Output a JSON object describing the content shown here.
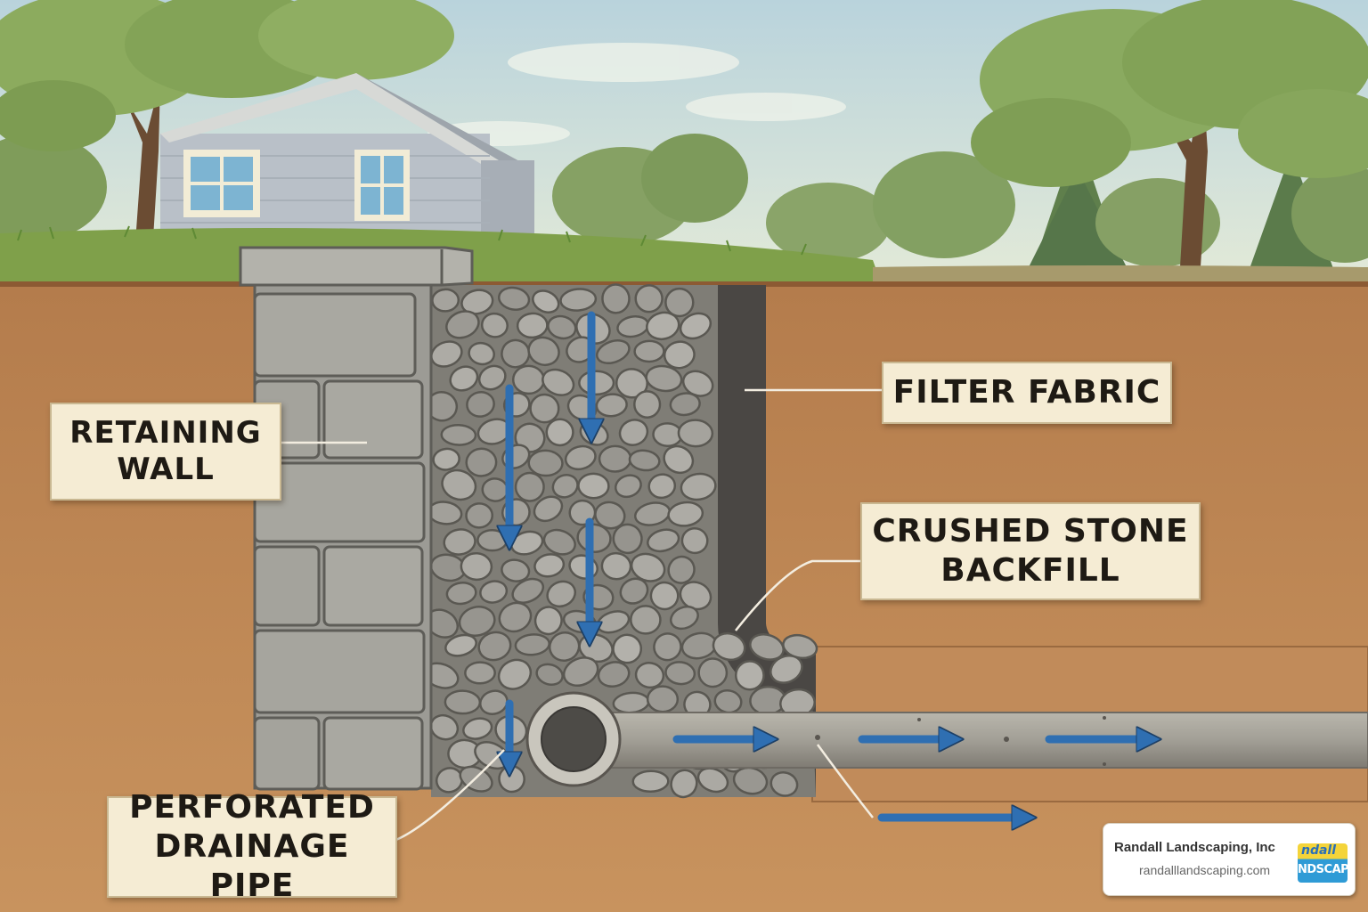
{
  "labels": {
    "retaining_wall": [
      "RETAINING",
      "WALL"
    ],
    "filter_fabric": [
      "FILTER FABRIC"
    ],
    "crushed_stone_backfill": [
      "CRUSHED STONE",
      "BACKFILL"
    ],
    "perforated_drainage_pipe": [
      "PERFORATED",
      "DRAINAGE PIPE"
    ]
  },
  "branding": {
    "company_name": "Randall Landscaping, Inc",
    "url": "randalllandscaping.com",
    "badge_top": "ndall",
    "badge_text": "NDSCAP"
  },
  "colors": {
    "sky": "#c9dde4",
    "soil": "#b98252",
    "grass": "#7fa04a",
    "stone": "#9a9a92",
    "fabric": "#4a4744",
    "flow_arrows": "#2f6fb2",
    "label_background": "#f5ecd4"
  }
}
